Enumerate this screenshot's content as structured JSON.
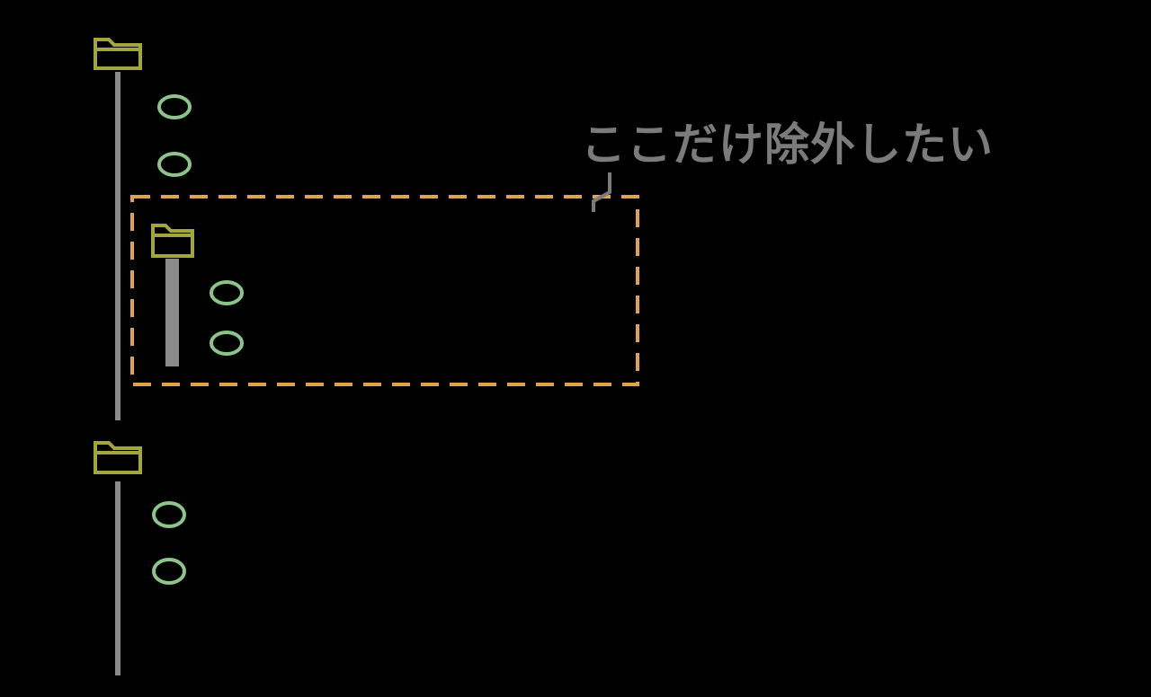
{
  "annotation": {
    "text": "ここだけ除外したい"
  },
  "tree": {
    "root_folders": [
      {
        "name": "folder",
        "files": 2
      },
      {
        "name": "folder",
        "files": 2
      }
    ],
    "excluded_subfolder": {
      "name": "folder",
      "files": 2
    }
  },
  "colors": {
    "background": "#000000",
    "tree_line": "#8a8a8a",
    "folder_icon": "#a3a63e",
    "file_icon": "#8cc48a",
    "highlight_border": "#e0a24a",
    "annotation_text": "#7b7b7b"
  },
  "icons": {
    "folder": "folder-icon",
    "file": "file-icon"
  }
}
